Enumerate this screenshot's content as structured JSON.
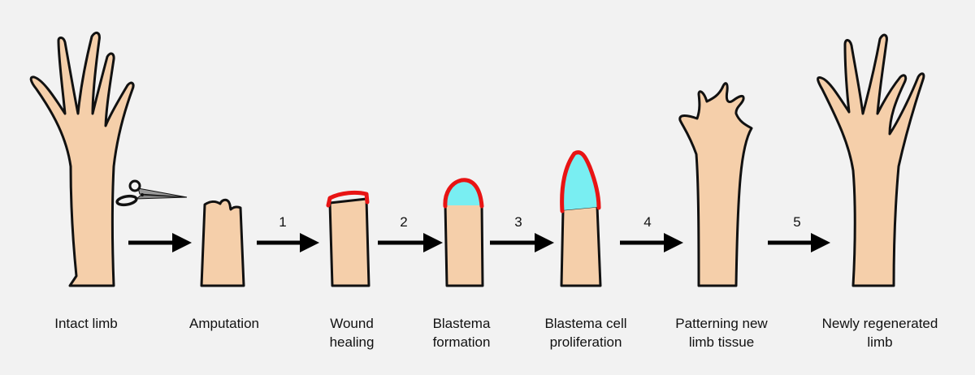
{
  "stages": [
    {
      "label_lines": [
        "Intact limb"
      ]
    },
    {
      "label_lines": [
        "Amputation"
      ]
    },
    {
      "label_lines": [
        "Wound",
        "healing"
      ]
    },
    {
      "label_lines": [
        "Blastema",
        "formation"
      ]
    },
    {
      "label_lines": [
        "Blastema cell",
        "proliferation"
      ]
    },
    {
      "label_lines": [
        "Patterning new",
        "limb tissue"
      ]
    },
    {
      "label_lines": [
        "Newly regenerated",
        "limb"
      ]
    }
  ],
  "steps": [
    "1",
    "2",
    "3",
    "4",
    "5"
  ],
  "colors": {
    "background": "#f2f2f2",
    "skin": "#f5cfaa",
    "outline": "#111111",
    "wound_epidermis": "#e81414",
    "blastema": "#79eef2",
    "arrow": "#000000"
  },
  "icons": [
    "scissors-icon"
  ]
}
